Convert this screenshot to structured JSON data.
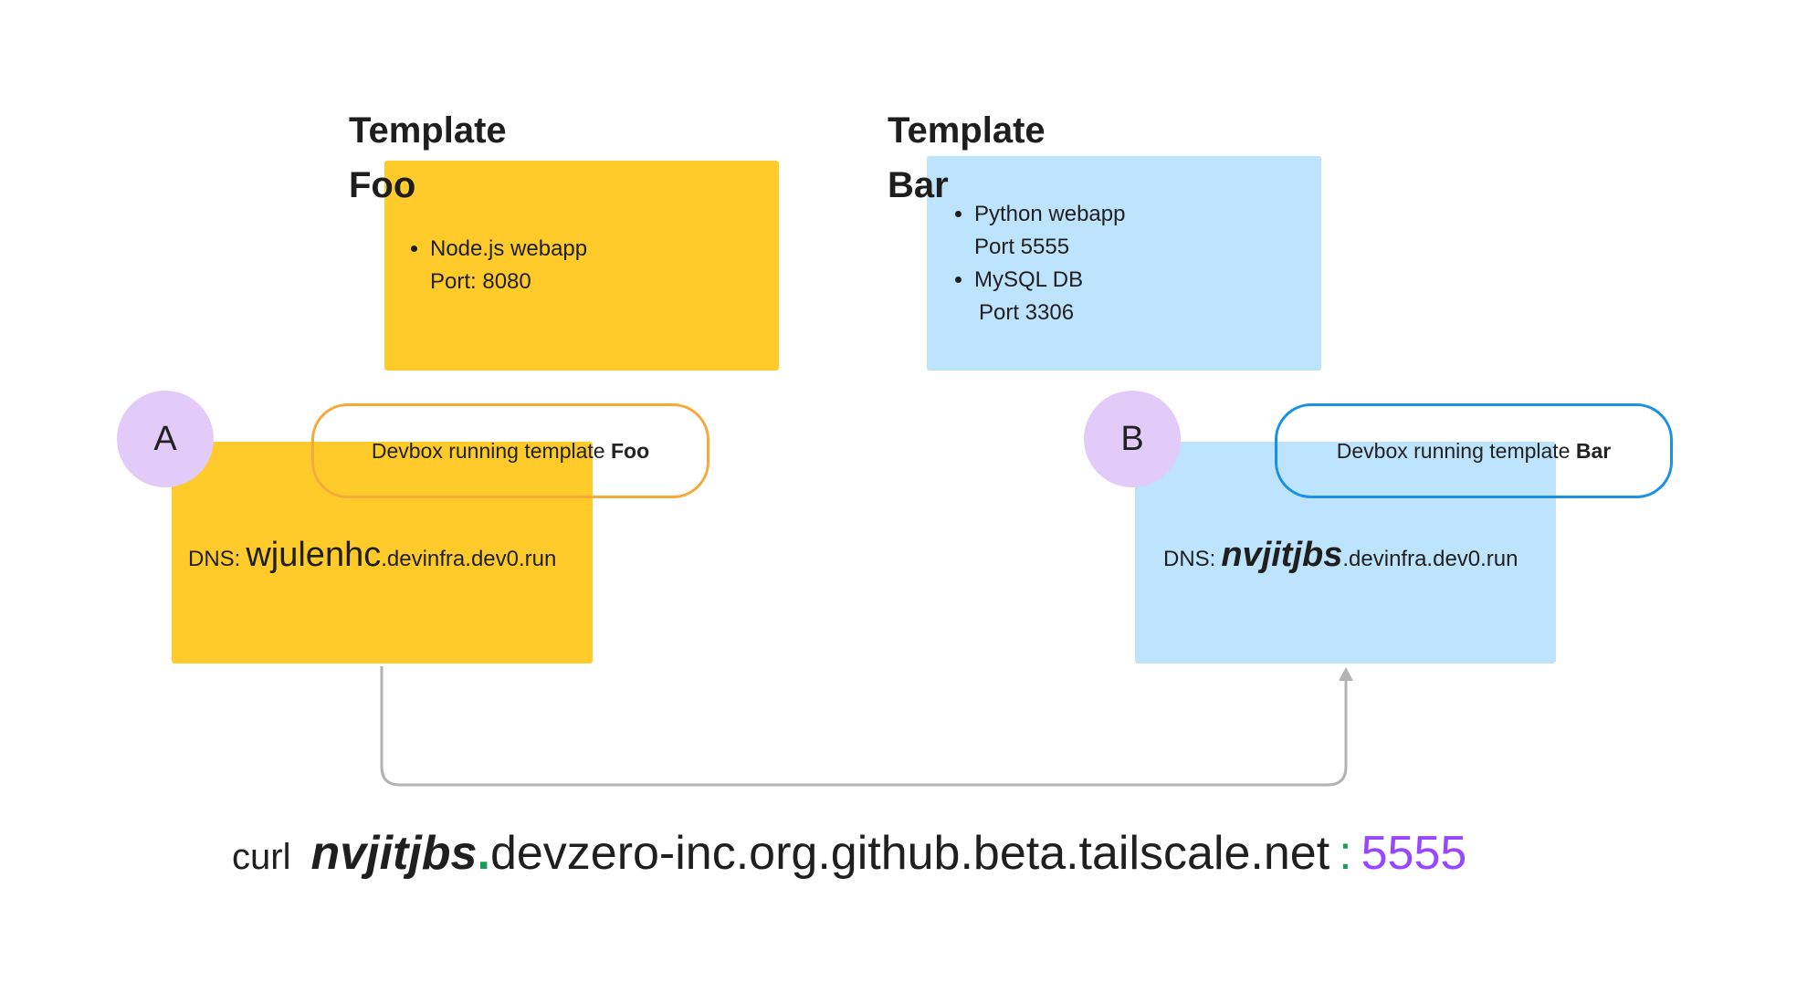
{
  "foo": {
    "heading_line1": "Template",
    "heading_line2": "Foo",
    "items": [
      {
        "name": "Node.js webapp",
        "detail": "Port: 8080"
      }
    ]
  },
  "bar": {
    "heading_line1": "Template",
    "heading_line2": "Bar",
    "items": [
      {
        "name": "Python webapp",
        "detail": "Port 5555"
      },
      {
        "name": "MySQL DB",
        "detail": "Port 3306"
      }
    ]
  },
  "devbox_a": {
    "badge": "A",
    "label_prefix": "Devbox running template ",
    "label_bold": "Foo",
    "dns_label": "DNS:",
    "dns_host": "wjulenhc",
    "dns_suffix": ".devinfra.dev0.run"
  },
  "devbox_b": {
    "badge": "B",
    "label_prefix": "Devbox running template ",
    "label_bold": "Bar",
    "dns_label": "DNS:",
    "dns_host": "nvjitjbs",
    "dns_suffix": ".devinfra.dev0.run"
  },
  "command": {
    "cmd": "curl",
    "host": "nvjitjbs",
    "dot": ".",
    "domain": "devzero-inc.org.github.beta.tailscale.net",
    "colon": ":",
    "port": "5555"
  },
  "colors": {
    "yellow": "#ffcb2b",
    "blue": "#bde3fd",
    "badge": "#e2caf9",
    "orange_outline": "#f6aa3a",
    "blue_outline": "#1991e6",
    "arrow": "#b3b3b3",
    "green": "#1a9e52",
    "purple": "#9747ff"
  }
}
